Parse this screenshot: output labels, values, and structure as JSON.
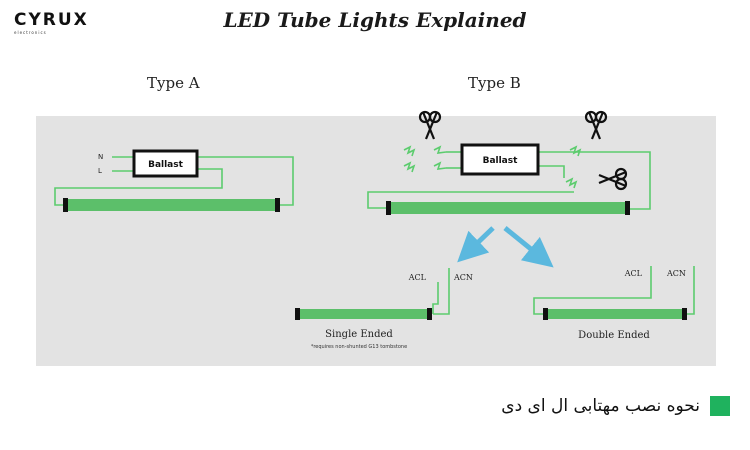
{
  "logo": {
    "name": "CYRUX",
    "sub": "electronics"
  },
  "title": "LED Tube Lights Explained",
  "type_a": {
    "label": "Type A",
    "n": "N",
    "l": "L",
    "ballast": "Ballast"
  },
  "type_b": {
    "label": "Type B",
    "ballast": "Ballast"
  },
  "single": {
    "acl": "ACL",
    "acn": "ACN",
    "label": "Single Ended",
    "note": "*requires non-shunted G13 tombstone"
  },
  "double": {
    "acl": "ACL",
    "acn": "ACN",
    "label": "Double Ended"
  },
  "caption": "نحوه نصب مهتابی ال ای دی",
  "colors": {
    "wire": "#5ccc6e",
    "tube": "#5cbf6a",
    "arrow": "#5bb8de",
    "panel": "#e3e3e3",
    "accent": "#1fb25e"
  }
}
